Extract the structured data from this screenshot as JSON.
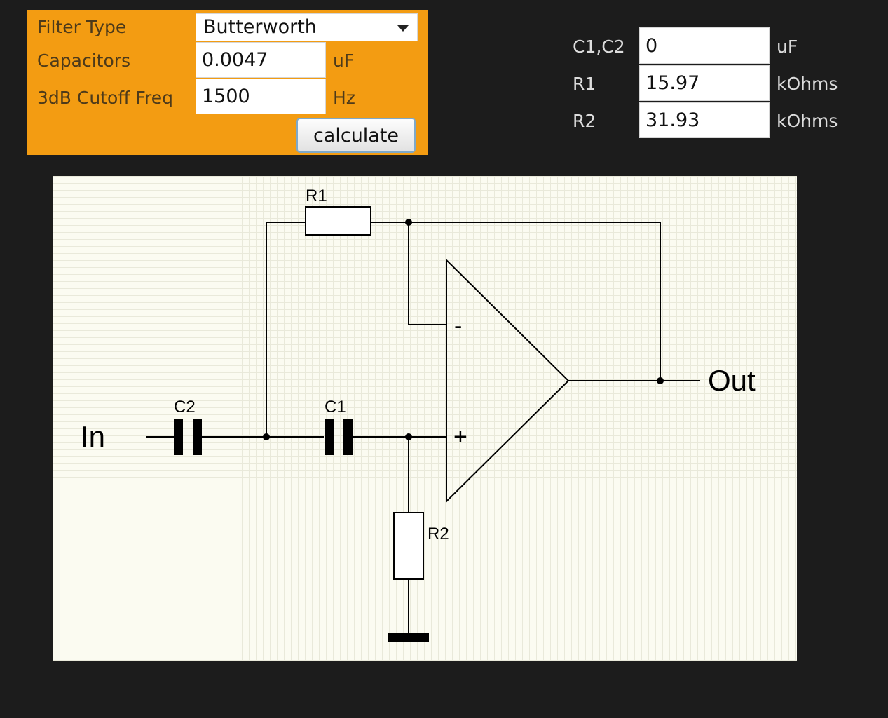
{
  "form": {
    "filter_type_label": "Filter Type",
    "filter_type_value": "Butterworth",
    "capacitors_label": "Capacitors",
    "capacitors_value": "0.0047",
    "capacitors_unit": "uF",
    "cutoff_label": "3dB Cutoff Freq",
    "cutoff_value": "1500",
    "cutoff_unit": "Hz",
    "calculate_label": "calculate"
  },
  "results": {
    "c1c2_label": "C1,C2",
    "c1c2_value": "0",
    "c1c2_unit": "uF",
    "r1_label": "R1",
    "r1_value": "15.97",
    "r1_unit": "kOhms",
    "r2_label": "R2",
    "r2_value": "31.93",
    "r2_unit": "kOhms"
  },
  "circuit": {
    "r1_label": "R1",
    "r2_label": "R2",
    "c1_label": "C1",
    "c2_label": "C2",
    "input_label": "In",
    "output_label": "Out",
    "minus_sign": "-",
    "plus_sign": "+"
  },
  "colors": {
    "panel": "#f39c12",
    "background": "#1c1c1c",
    "schematic_bg": "#fbfbf1"
  }
}
